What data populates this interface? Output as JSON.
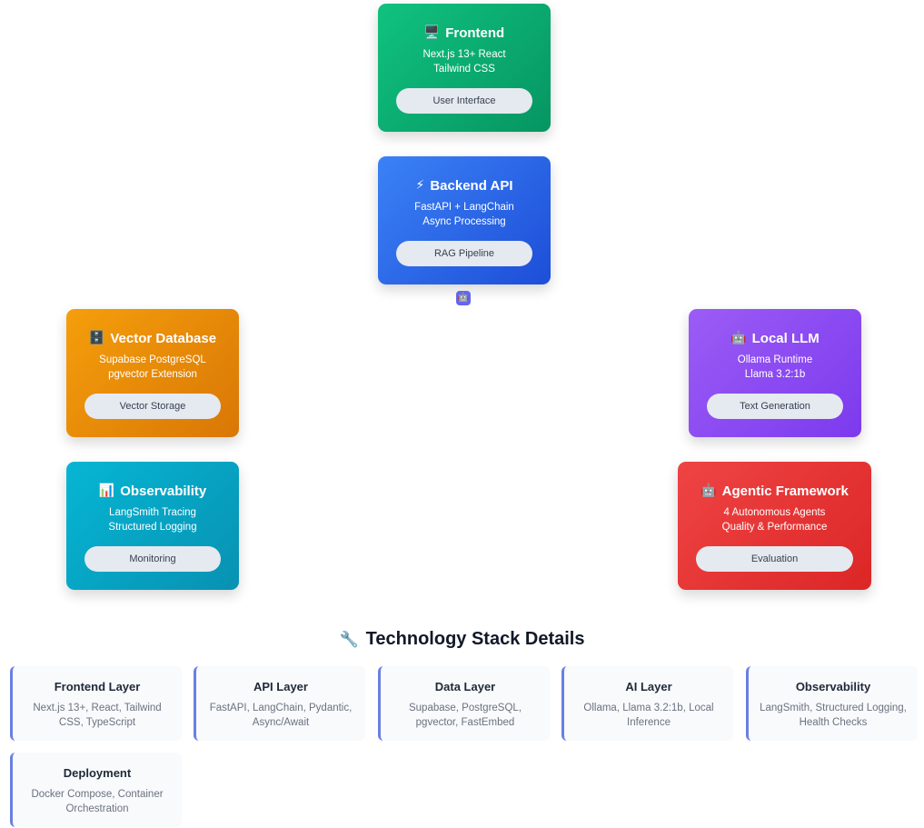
{
  "cards": {
    "frontend": {
      "icon": "🖥️",
      "icon_name": "monitor-icon",
      "title": "Frontend",
      "line1": "Next.js 13+ React",
      "line2": "Tailwind CSS",
      "pill": "User Interface"
    },
    "backend": {
      "icon": "⚡",
      "icon_name": "lightning-icon",
      "title": "Backend API",
      "line1": "FastAPI + LangChain",
      "line2": "Async Processing",
      "pill": "RAG Pipeline"
    },
    "vector": {
      "icon": "🗄️",
      "icon_name": "database-icon",
      "title": "Vector Database",
      "line1": "Supabase PostgreSQL",
      "line2": "pgvector Extension",
      "pill": "Vector Storage"
    },
    "llm": {
      "icon": "🤖",
      "icon_name": "robot-icon",
      "title": "Local LLM",
      "line1": "Ollama Runtime",
      "line2": "Llama 3.2:1b",
      "pill": "Text Generation"
    },
    "observability": {
      "icon": "📊",
      "icon_name": "chart-icon",
      "title": "Observability",
      "line1": "LangSmith Tracing",
      "line2": "Structured Logging",
      "pill": "Monitoring"
    },
    "agentic": {
      "icon": "🤖",
      "icon_name": "robot-icon",
      "title": "Agentic Framework",
      "line1": "4 Autonomous Agents",
      "line2": "Quality & Performance",
      "pill": "Evaluation"
    }
  },
  "center_badge": {
    "icon": "🤖",
    "icon_name": "robot-icon"
  },
  "stack": {
    "title_icon": "🔧",
    "title_icon_name": "wrench-icon",
    "title": "Technology Stack Details",
    "items": [
      {
        "title": "Frontend Layer",
        "desc": "Next.js 13+, React, Tailwind CSS, TypeScript"
      },
      {
        "title": "API Layer",
        "desc": "FastAPI, LangChain, Pydantic, Async/Await"
      },
      {
        "title": "Data Layer",
        "desc": "Supabase, PostgreSQL, pgvector, FastEmbed"
      },
      {
        "title": "AI Layer",
        "desc": "Ollama, Llama 3.2:1b, Local Inference"
      },
      {
        "title": "Observability",
        "desc": "LangSmith, Structured Logging, Health Checks"
      },
      {
        "title": "Deployment",
        "desc": "Docker Compose, Container Orchestration"
      }
    ]
  }
}
